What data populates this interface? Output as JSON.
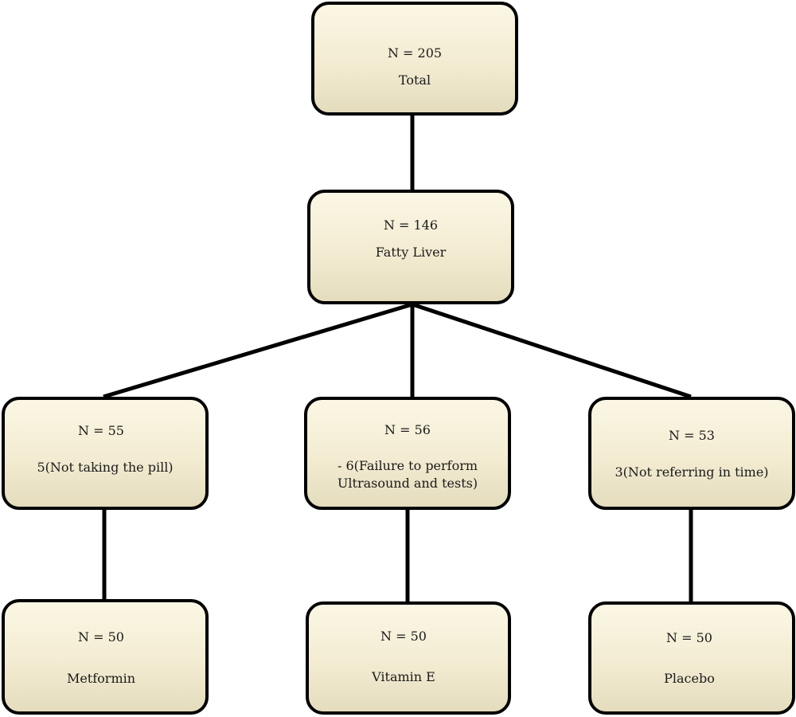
{
  "nodes": {
    "total": {
      "count": "N = 205",
      "label": "Total"
    },
    "fatty_liver": {
      "count": "N = 146",
      "label": "Fatty Liver"
    },
    "metformin_allocated": {
      "count": "N = 55",
      "label": "5(Not taking the pill)"
    },
    "vitamin_e_allocated": {
      "count": "N = 56",
      "label": "- 6(Failure to perform\nUltrasound and tests)"
    },
    "placebo_allocated": {
      "count": "N = 53",
      "label": "3(Not referring in time)"
    },
    "metformin": {
      "count": "N = 50",
      "label": "Metformin"
    },
    "vitamin_e": {
      "count": "N = 50",
      "label": "Vitamin E"
    },
    "placebo": {
      "count": "N = 50",
      "label": "Placebo"
    }
  },
  "colors": {
    "box_fill": "#f3ecd2",
    "box_border": "#000000",
    "connector": "#000000"
  }
}
